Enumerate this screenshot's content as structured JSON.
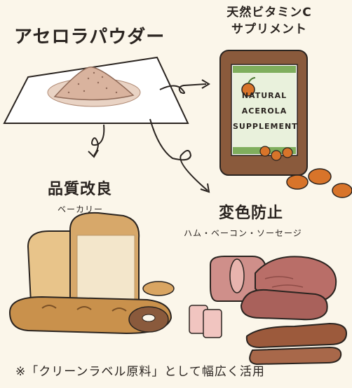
{
  "title": "アセロラパウダー",
  "product": {
    "line1": "天然ビタミンC",
    "line2": "サプリメント",
    "package_text": [
      "NATURAL",
      "ACEROLA",
      "SUPPLEMENT"
    ]
  },
  "uses": [
    {
      "title": "品質改良",
      "subtitle": "ベーカリー"
    },
    {
      "title": "変色防止",
      "subtitle": "ハム・ベーコン・ソーセージ"
    }
  ],
  "footer": "※「クリーンラベル原料」として幅広く活用",
  "colors": {
    "background": "#fbf6ea",
    "powder": "#d9b39e",
    "package": "#8a5a3c",
    "package_label": "#7fae5d",
    "acerola": "#d8742a",
    "bread": "#e8c48a",
    "meat": "#b96e68",
    "ink": "#2a2420"
  }
}
